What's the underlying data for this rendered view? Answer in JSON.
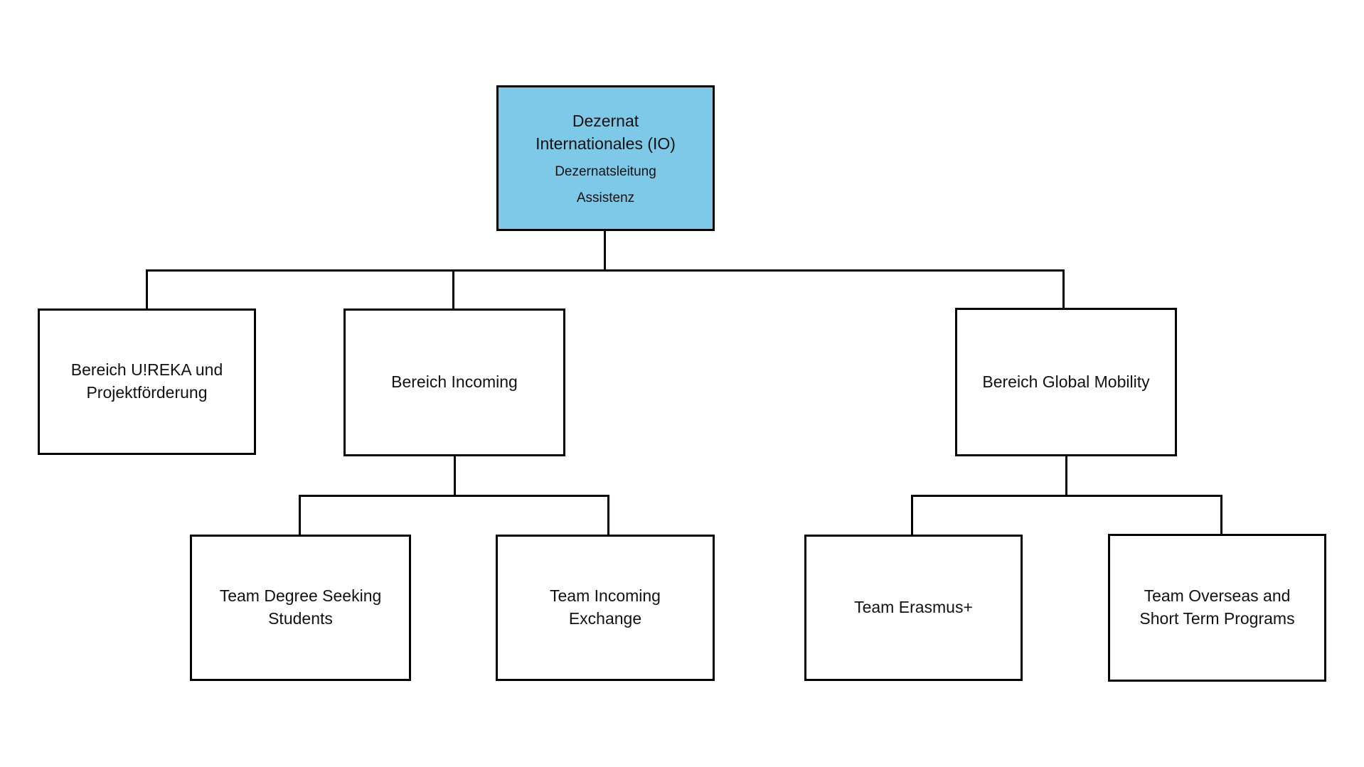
{
  "diagram": {
    "title_node": {
      "title": "Dezernat\nInternationales (IO)",
      "roles": [
        "Dezernatsleitung",
        "Assistenz"
      ]
    },
    "level2": [
      {
        "id": "ureka",
        "label": "Bereich U!REKA und\nProjektförderung",
        "parent": "Dezernat Internationales (IO)"
      },
      {
        "id": "incoming",
        "label": "Bereich Incoming",
        "parent": "Dezernat Internationales (IO)"
      },
      {
        "id": "global",
        "label": "Bereich Global Mobility",
        "parent": "Dezernat Internationales (IO)"
      }
    ],
    "level3": [
      {
        "id": "degree",
        "label": "Team Degree Seeking\nStudents",
        "parent": "Bereich Incoming"
      },
      {
        "id": "exchange",
        "label": "Team Incoming\nExchange",
        "parent": "Bereich Incoming"
      },
      {
        "id": "erasmus",
        "label": "Team Erasmus+",
        "parent": "Bereich Global Mobility"
      },
      {
        "id": "overseas",
        "label": "Team Overseas and\nShort Term Programs",
        "parent": "Bereich Global Mobility"
      }
    ],
    "colors": {
      "root_fill": "#7FC9E8",
      "box_fill": "#FFFFFF",
      "border": "#000000",
      "connector": "#000000",
      "text": "#111111",
      "background": "#FFFFFF"
    }
  }
}
